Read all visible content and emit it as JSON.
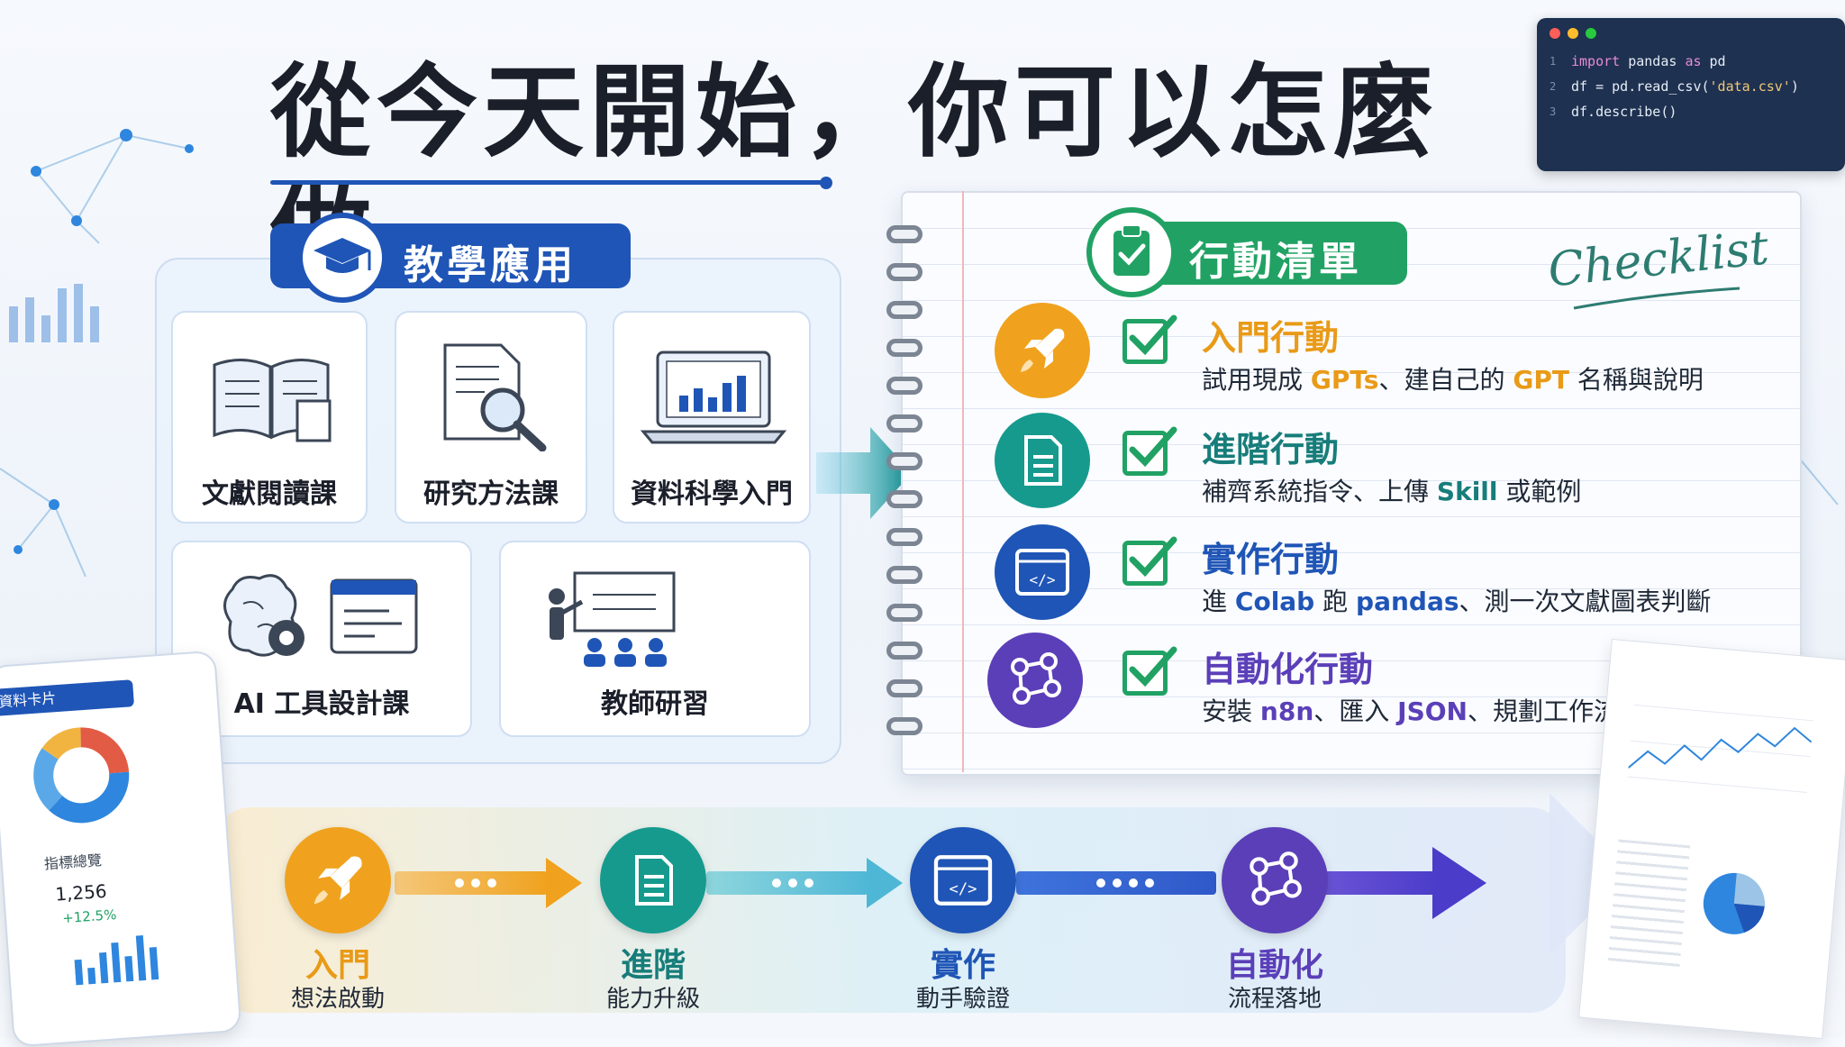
{
  "title": "從今天開始，你可以怎麼做",
  "code_window": {
    "lines": [
      {
        "num": "1",
        "parts": [
          "import",
          " pandas ",
          "as",
          " pd"
        ]
      },
      {
        "num": "2",
        "text_a": "df = pd.read_csv(",
        "text_str": "'data.csv'",
        "text_b": ")"
      },
      {
        "num": "3",
        "text": "df.describe()"
      }
    ]
  },
  "teaching": {
    "heading": "教學應用",
    "cards": [
      {
        "label": "文獻閱讀課",
        "icon": "open-book-icon"
      },
      {
        "label": "研究方法課",
        "icon": "magnifier-document-icon"
      },
      {
        "label": "資料科學入門",
        "icon": "laptop-chart-icon"
      },
      {
        "label": "AI 工具設計課",
        "icon": "brain-gear-icon"
      },
      {
        "label": "教師研習",
        "icon": "presenter-icon"
      }
    ]
  },
  "actions": {
    "heading": "行動清單",
    "script_word": "Checklist",
    "items": [
      {
        "title": "入門行動",
        "d1": "試用現成 ",
        "h1": "GPTs",
        "d2": "、建自己的 ",
        "h2": "GPT",
        "d3": " 名稱與說明",
        "color": "#e99a17"
      },
      {
        "title": "進階行動",
        "d1": "補齊系統指令、上傳 ",
        "h1": "Skill",
        "d2": " 或範例",
        "h2": "",
        "d3": "",
        "color": "#177d7a"
      },
      {
        "title": "實作行動",
        "d1": "進 ",
        "h1": "Colab",
        "d2": " 跑 ",
        "h2": "pandas",
        "d3": "、測一次文獻圖表判斷",
        "color": "#1f55b6"
      },
      {
        "title": "自動化行動",
        "d1": "安裝 ",
        "h1": "n8n",
        "d2": "、匯入 ",
        "h2": "JSON",
        "d3": "、規劃工作流",
        "color": "#5b3fb8"
      }
    ]
  },
  "flow": [
    {
      "title": "入門",
      "sub": "想法啟動",
      "color": "#e99a17"
    },
    {
      "title": "進階",
      "sub": "能力升級",
      "color": "#177d7a"
    },
    {
      "title": "實作",
      "sub": "動手驗證",
      "color": "#1f55b6"
    },
    {
      "title": "自動化",
      "sub": "流程落地",
      "color": "#5b3fb8"
    }
  ],
  "phone": {
    "card_label": "資料卡片",
    "metric_label": "指標總覽",
    "metric_value": "1,256",
    "metric_delta": "+12.5%"
  }
}
